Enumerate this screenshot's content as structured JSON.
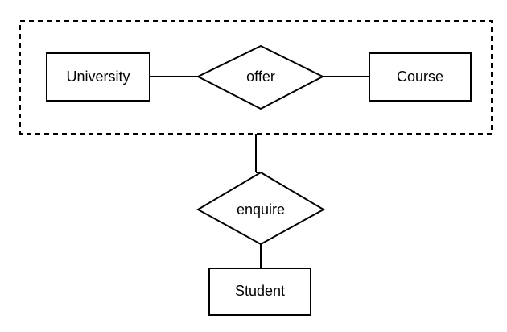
{
  "diagram": {
    "aggregation": {
      "style": "dashed"
    },
    "entities": {
      "university": "University",
      "course": "Course",
      "student": "Student"
    },
    "relationships": {
      "offer": "offer",
      "enquire": "enquire"
    },
    "colors": {
      "stroke": "#000000",
      "fill": "#ffffff",
      "background": "#ffffff"
    }
  }
}
